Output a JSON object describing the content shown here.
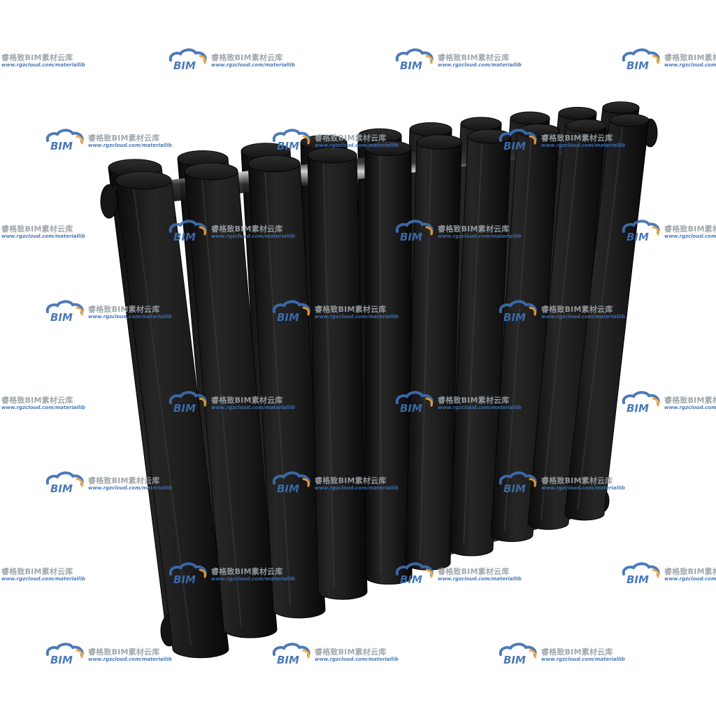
{
  "watermark": {
    "logo_text": "BIM",
    "title": "睿格致BIM素材云库",
    "url": "www.rgzcloud.com/materiallib",
    "logo_color": "#3d6fb3",
    "logo_accent_color": "#f0a030",
    "text_color": "#9aa0a6"
  },
  "render": {
    "subject": "column-radiator",
    "column_count": 10,
    "body_color": "#1c1c1c",
    "background_color": "#ffffff"
  }
}
